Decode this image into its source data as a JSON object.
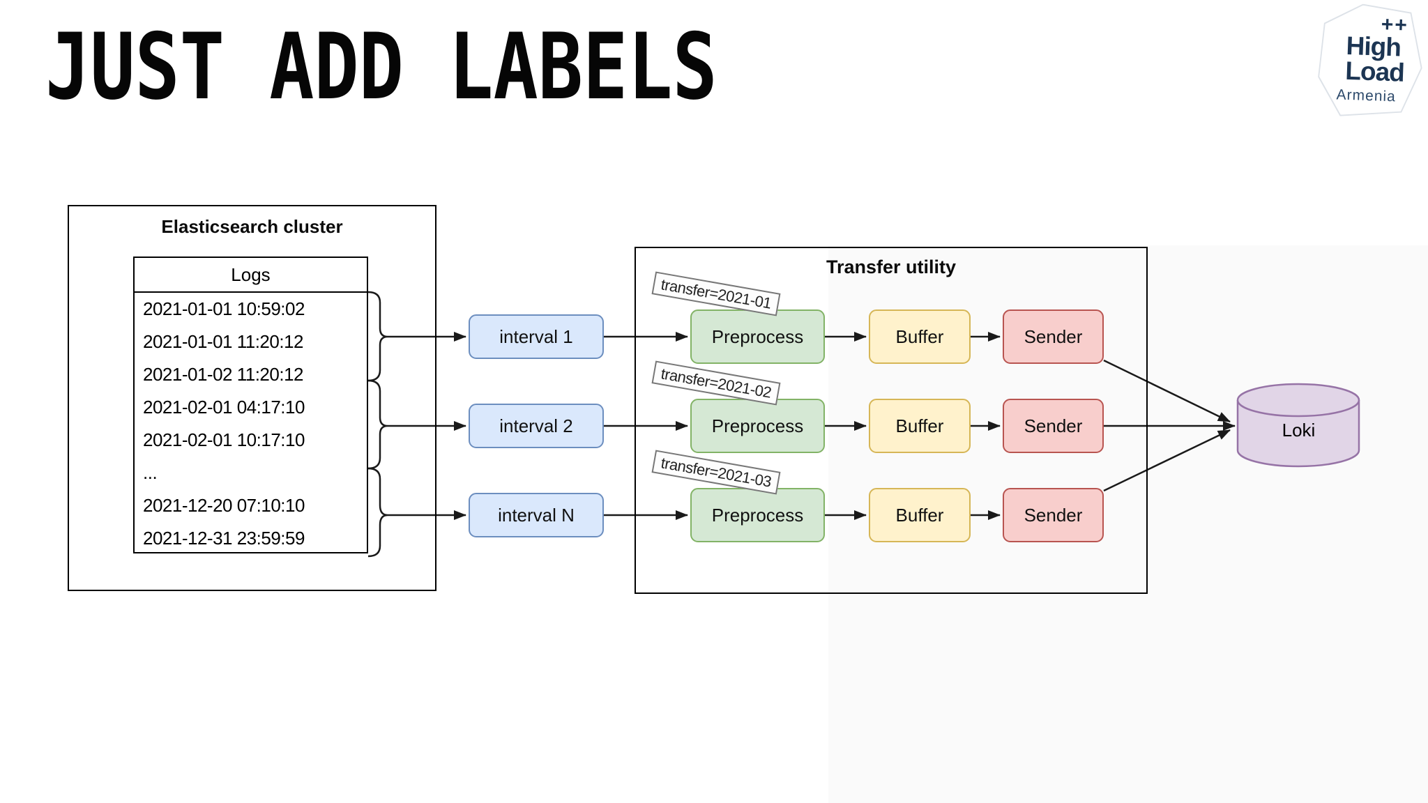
{
  "slide": {
    "title": "JUST ADD LABELS"
  },
  "logo": {
    "plus": "++",
    "line1": "High",
    "line2": "Load",
    "line3": "Armenia"
  },
  "elasticsearch": {
    "title": "Elasticsearch cluster",
    "logs_header": "Logs",
    "log_rows": [
      "2021-01-01 10:59:02",
      "2021-01-01 11:20:12",
      "2021-01-02 11:20:12",
      "2021-02-01 04:17:10",
      "2021-02-01 10:17:10",
      "...",
      "2021-12-20 07:10:10",
      "2021-12-31 23:59:59"
    ]
  },
  "intervals": [
    {
      "label": "interval 1"
    },
    {
      "label": "interval 2"
    },
    {
      "label": "interval N"
    }
  ],
  "transfer_utility": {
    "title": "Transfer utility",
    "pipelines": [
      {
        "tag": "transfer=2021-01",
        "stages": [
          "Preprocess",
          "Buffer",
          "Sender"
        ]
      },
      {
        "tag": "transfer=2021-02",
        "stages": [
          "Preprocess",
          "Buffer",
          "Sender"
        ]
      },
      {
        "tag": "transfer=2021-03",
        "stages": [
          "Preprocess",
          "Buffer",
          "Sender"
        ]
      }
    ]
  },
  "database": {
    "label": "Loki"
  },
  "palette": {
    "interval_fill": "#dae8fc",
    "interval_stroke": "#6c8ebf",
    "preprocess_fill": "#d5e8d4",
    "preprocess_stroke": "#82b366",
    "buffer_fill": "#fff2cc",
    "buffer_stroke": "#d6b656",
    "sender_fill": "#f8cecc",
    "sender_stroke": "#b85450",
    "database_fill": "#e1d5e7",
    "database_stroke": "#9673a6",
    "line": "#1a1a1a",
    "logo_navy": "#1c3553"
  }
}
